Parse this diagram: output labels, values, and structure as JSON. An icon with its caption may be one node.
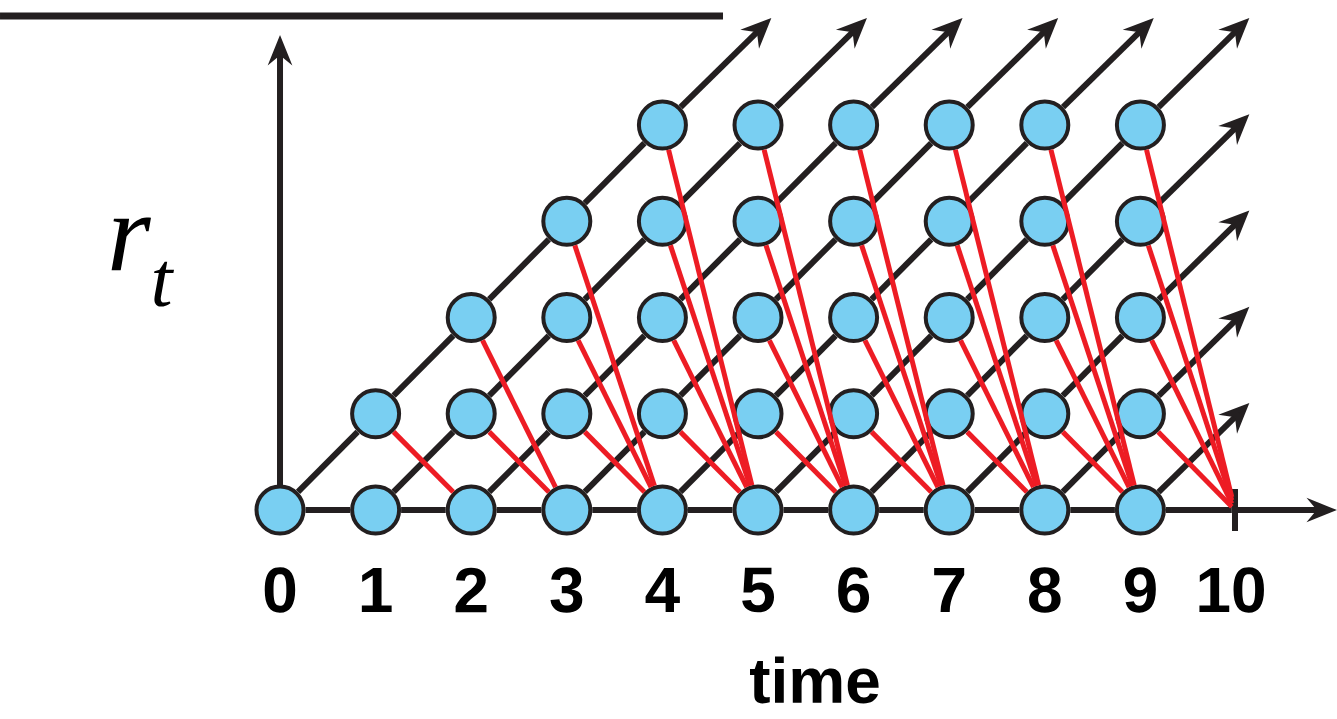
{
  "diagram": {
    "nodes": [
      {
        "text": [],
        "shape": "circle"
      },
      {
        "text": [],
        "shape": "circle"
      },
      {
        "text": [],
        "shape": "circle"
      },
      {
        "text": [],
        "shape": "circle"
      },
      {
        "text": [],
        "shape": "circle"
      },
      {
        "text": [],
        "shape": "circle"
      },
      {
        "text": [],
        "shape": "circle"
      },
      {
        "text": [],
        "shape": "circle"
      },
      {
        "text": [],
        "shape": "circle"
      },
      {
        "text": [],
        "shape": "circle"
      },
      {
        "text": [],
        "shape": "circle"
      },
      {
        "text": [],
        "shape": "circle"
      },
      {
        "text": [],
        "shape": "circle"
      },
      {
        "text": [],
        "shape": "circle"
      },
      {
        "text": [],
        "shape": "circle"
      },
      {
        "text": [],
        "shape": "circle"
      },
      {
        "text": [],
        "shape": "circle"
      },
      {
        "text": [],
        "shape": "circle"
      },
      {
        "text": [],
        "shape": "circle"
      },
      {
        "text": [],
        "shape": "circle"
      },
      {
        "text": [],
        "shape": "circle"
      },
      {
        "text": [],
        "shape": "circle"
      },
      {
        "text": [],
        "shape": "circle"
      },
      {
        "text": [],
        "shape": "circle"
      },
      {
        "text": [],
        "shape": "circle"
      },
      {
        "text": [],
        "shape": "circle"
      },
      {
        "text": [],
        "shape": "circle"
      },
      {
        "text": [],
        "shape": "circle"
      },
      {
        "text": [],
        "shape": "circle"
      },
      {
        "text": [],
        "shape": "circle"
      },
      {
        "text": [],
        "shape": "circle"
      },
      {
        "text": [],
        "shape": "circle"
      },
      {
        "text": [],
        "shape": "circle"
      },
      {
        "text": [],
        "shape": "circle"
      },
      {
        "text": [],
        "shape": "circle"
      },
      {
        "text": [],
        "shape": "circle"
      },
      {
        "text": [],
        "shape": "circle"
      },
      {
        "text": [],
        "shape": "circle"
      },
      {
        "text": [],
        "shape": "circle"
      },
      {
        "text": [],
        "shape": "circle"
      },
      {
        "text": [],
        "shape": "bar"
      }
    ],
    "edges": [
      {
        "from": 0,
        "to": 1,
        "arrow": "none"
      },
      {
        "from": 1,
        "to": 3,
        "arrow": "none"
      },
      {
        "from": 3,
        "to": 6,
        "arrow": "none"
      },
      {
        "from": 6,
        "to": 10,
        "arrow": "none"
      },
      {
        "from": 10,
        "to": 15,
        "arrow": "none"
      },
      {
        "from": 15,
        "to": 20,
        "arrow": "none"
      },
      {
        "from": 20,
        "to": 25,
        "arrow": "none"
      },
      {
        "from": 25,
        "to": 30,
        "arrow": "none"
      },
      {
        "from": 30,
        "to": 35,
        "arrow": "none"
      },
      {
        "from": 35,
        "to": 40,
        "arrow": "none"
      },
      {
        "from": 0,
        "to": 2,
        "arrow": "none"
      },
      {
        "from": 1,
        "to": 4,
        "arrow": "none"
      },
      {
        "from": 2,
        "to": 5,
        "arrow": "none"
      },
      {
        "from": 3,
        "to": 7,
        "arrow": "none"
      },
      {
        "from": 4,
        "to": 8,
        "arrow": "none"
      },
      {
        "from": 5,
        "to": 9,
        "arrow": "none"
      },
      {
        "from": 6,
        "to": 11,
        "arrow": "none"
      },
      {
        "from": 7,
        "to": 12,
        "arrow": "none"
      },
      {
        "from": 8,
        "to": 13,
        "arrow": "none"
      },
      {
        "from": 9,
        "to": 14,
        "arrow": "none"
      },
      {
        "from": 10,
        "to": 16,
        "arrow": "none"
      },
      {
        "from": 11,
        "to": 17,
        "arrow": "none"
      },
      {
        "from": 12,
        "to": 18,
        "arrow": "none"
      },
      {
        "from": 13,
        "to": 19,
        "arrow": "none"
      },
      {
        "from": 15,
        "to": 21,
        "arrow": "none"
      },
      {
        "from": 16,
        "to": 22,
        "arrow": "none"
      },
      {
        "from": 17,
        "to": 23,
        "arrow": "none"
      },
      {
        "from": 18,
        "to": 24,
        "arrow": "none"
      },
      {
        "from": 20,
        "to": 26,
        "arrow": "none"
      },
      {
        "from": 21,
        "to": 27,
        "arrow": "none"
      },
      {
        "from": 22,
        "to": 28,
        "arrow": "none"
      },
      {
        "from": 23,
        "to": 29,
        "arrow": "none"
      },
      {
        "from": 25,
        "to": 31,
        "arrow": "none"
      },
      {
        "from": 26,
        "to": 32,
        "arrow": "none"
      },
      {
        "from": 27,
        "to": 33,
        "arrow": "none"
      },
      {
        "from": 28,
        "to": 34,
        "arrow": "none"
      },
      {
        "from": 30,
        "to": 36,
        "arrow": "none"
      },
      {
        "from": 31,
        "to": 37,
        "arrow": "none"
      },
      {
        "from": 32,
        "to": 38,
        "arrow": "none"
      },
      {
        "from": 33,
        "to": 39,
        "arrow": "none"
      },
      {
        "from": 14,
        "to": null,
        "arrow": "to"
      },
      {
        "from": 19,
        "to": null,
        "arrow": "to"
      },
      {
        "from": 24,
        "to": null,
        "arrow": "to"
      },
      {
        "from": 29,
        "to": null,
        "arrow": "to"
      },
      {
        "from": 34,
        "to": null,
        "arrow": "to"
      },
      {
        "from": 39,
        "to": null,
        "arrow": "to"
      },
      {
        "from": 35,
        "to": null,
        "arrow": "to"
      },
      {
        "from": 36,
        "to": null,
        "arrow": "to"
      },
      {
        "from": 37,
        "to": null,
        "arrow": "to"
      },
      {
        "from": 38,
        "to": null,
        "arrow": "to"
      },
      {
        "from": 2,
        "to": 3,
        "arrow": "none",
        "color": "#ed1c24"
      },
      {
        "from": 4,
        "to": 6,
        "arrow": "none",
        "color": "#ed1c24"
      },
      {
        "from": 5,
        "to": 6,
        "arrow": "none",
        "color": "#ed1c24"
      },
      {
        "from": 7,
        "to": 10,
        "arrow": "none",
        "color": "#ed1c24"
      },
      {
        "from": 8,
        "to": 10,
        "arrow": "none",
        "color": "#ed1c24"
      },
      {
        "from": 9,
        "to": 10,
        "arrow": "none",
        "color": "#ed1c24"
      },
      {
        "from": 11,
        "to": 15,
        "arrow": "none",
        "color": "#ed1c24"
      },
      {
        "from": 12,
        "to": 15,
        "arrow": "none",
        "color": "#ed1c24"
      },
      {
        "from": 13,
        "to": 15,
        "arrow": "none",
        "color": "#ed1c24"
      },
      {
        "from": 14,
        "to": 15,
        "arrow": "none",
        "color": "#ed1c24"
      },
      {
        "from": 16,
        "to": 20,
        "arrow": "none",
        "color": "#ed1c24"
      },
      {
        "from": 17,
        "to": 20,
        "arrow": "none",
        "color": "#ed1c24"
      },
      {
        "from": 18,
        "to": 20,
        "arrow": "none",
        "color": "#ed1c24"
      },
      {
        "from": 19,
        "to": 20,
        "arrow": "none",
        "color": "#ed1c24"
      },
      {
        "from": 21,
        "to": 25,
        "arrow": "none",
        "color": "#ed1c24"
      },
      {
        "from": 22,
        "to": 25,
        "arrow": "none",
        "color": "#ed1c24"
      },
      {
        "from": 23,
        "to": 25,
        "arrow": "none",
        "color": "#ed1c24"
      },
      {
        "from": 24,
        "to": 25,
        "arrow": "none",
        "color": "#ed1c24"
      },
      {
        "from": 26,
        "to": 30,
        "arrow": "none",
        "color": "#ed1c24"
      },
      {
        "from": 27,
        "to": 30,
        "arrow": "none",
        "color": "#ed1c24"
      },
      {
        "from": 28,
        "to": 30,
        "arrow": "none",
        "color": "#ed1c24"
      },
      {
        "from": 29,
        "to": 30,
        "arrow": "none",
        "color": "#ed1c24"
      },
      {
        "from": 31,
        "to": 35,
        "arrow": "none",
        "color": "#ed1c24"
      },
      {
        "from": 32,
        "to": 35,
        "arrow": "none",
        "color": "#ed1c24"
      },
      {
        "from": 33,
        "to": 35,
        "arrow": "none",
        "color": "#ed1c24"
      },
      {
        "from": 34,
        "to": 35,
        "arrow": "none",
        "color": "#ed1c24"
      },
      {
        "from": 36,
        "to": 40,
        "arrow": "none",
        "color": "#ed1c24"
      },
      {
        "from": 37,
        "to": 40,
        "arrow": "none",
        "color": "#ed1c24"
      },
      {
        "from": 38,
        "to": 40,
        "arrow": "none",
        "color": "#ed1c24"
      },
      {
        "from": 39,
        "to": 40,
        "arrow": "none",
        "color": "#ed1c24"
      }
    ],
    "labels": [
      "r$_{t}$",
      "0",
      "1",
      "2",
      "3",
      "4",
      "5",
      "6",
      "7",
      "8",
      "9",
      "10",
      "time"
    ]
  }
}
